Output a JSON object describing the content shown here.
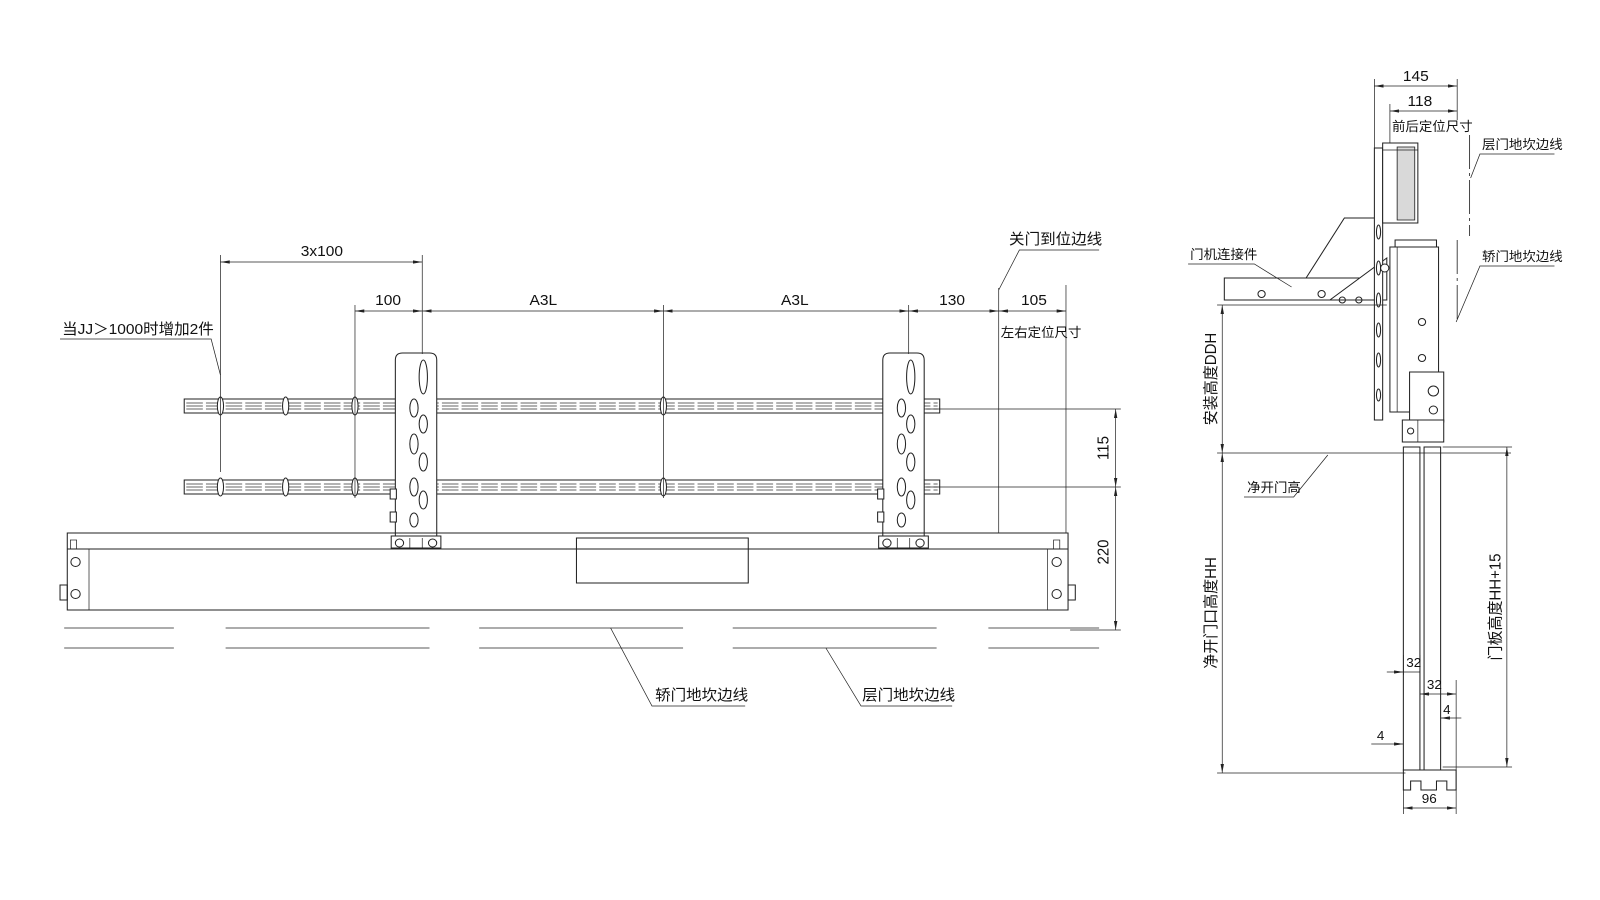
{
  "front_view": {
    "dims": {
      "pitch": "3x100",
      "d100": "100",
      "a3l_left": "A3L",
      "a3l_right": "A3L",
      "d130": "130",
      "d105": "105",
      "d115": "115",
      "d220": "220"
    },
    "labels": {
      "close_edge": "关门到位边线",
      "lateral_position": "左右定位尺寸",
      "extra_note": "当JJ＞1000时增加2件",
      "car_sill_edge": "轿门地坎边线",
      "landing_sill_edge": "层门地坎边线"
    }
  },
  "side_view": {
    "dims": {
      "d145": "145",
      "d118": "118",
      "d32_upper": "32",
      "d32_lower": "32",
      "d4_right": "4",
      "d4_left": "4",
      "d96": "96"
    },
    "labels": {
      "front_back_position": "前后定位尺寸",
      "landing_sill_edge": "层门地坎边线",
      "connector": "门机连接件",
      "car_sill_edge": "轿门地坎边线",
      "install_height": "安装高度DDH",
      "clear_height": "净开门高",
      "clear_opening_height": "净开门口高度HH",
      "panel_height": "门板高度HH+15"
    }
  },
  "colors": {
    "background": "#ffffff",
    "line": "#222222",
    "dashed": "#666666"
  }
}
